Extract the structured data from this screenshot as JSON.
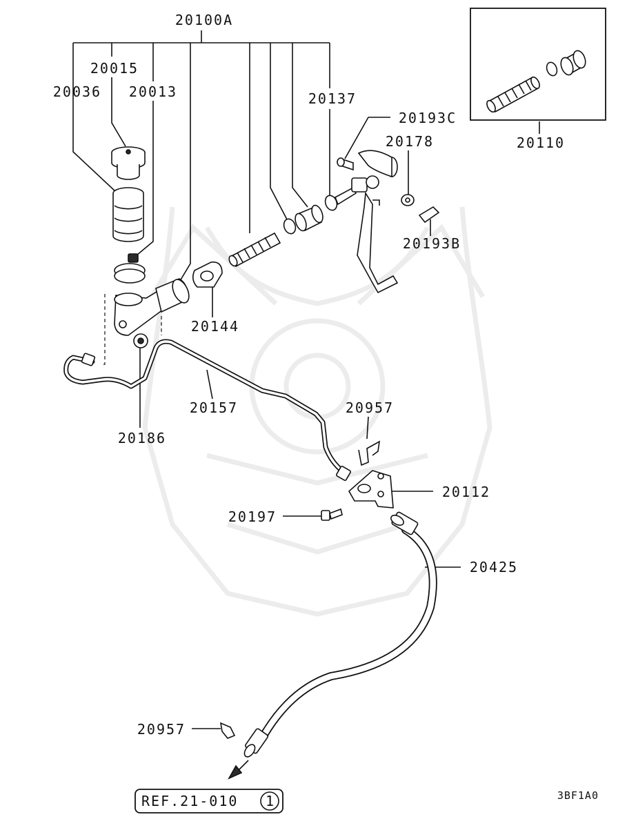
{
  "labels": {
    "p20100A": "20100A",
    "p20015": "20015",
    "p20036": "20036",
    "p20013": "20013",
    "p20137": "20137",
    "p20193C": "20193C",
    "p20178": "20178",
    "p20110": "20110",
    "p20193B": "20193B",
    "p20144": "20144",
    "p20157": "20157",
    "p20186": "20186",
    "p20957_upper": "20957",
    "p20112": "20112",
    "p20197": "20197",
    "p20425": "20425",
    "p20957_lower": "20957"
  },
  "reference": {
    "text": "REF.21-010",
    "circled_number": "1"
  },
  "figure_code": "3BF1A0",
  "icons": {
    "arrow": "direction-arrow-icon",
    "watermark": "samurai-helmet-watermark"
  }
}
